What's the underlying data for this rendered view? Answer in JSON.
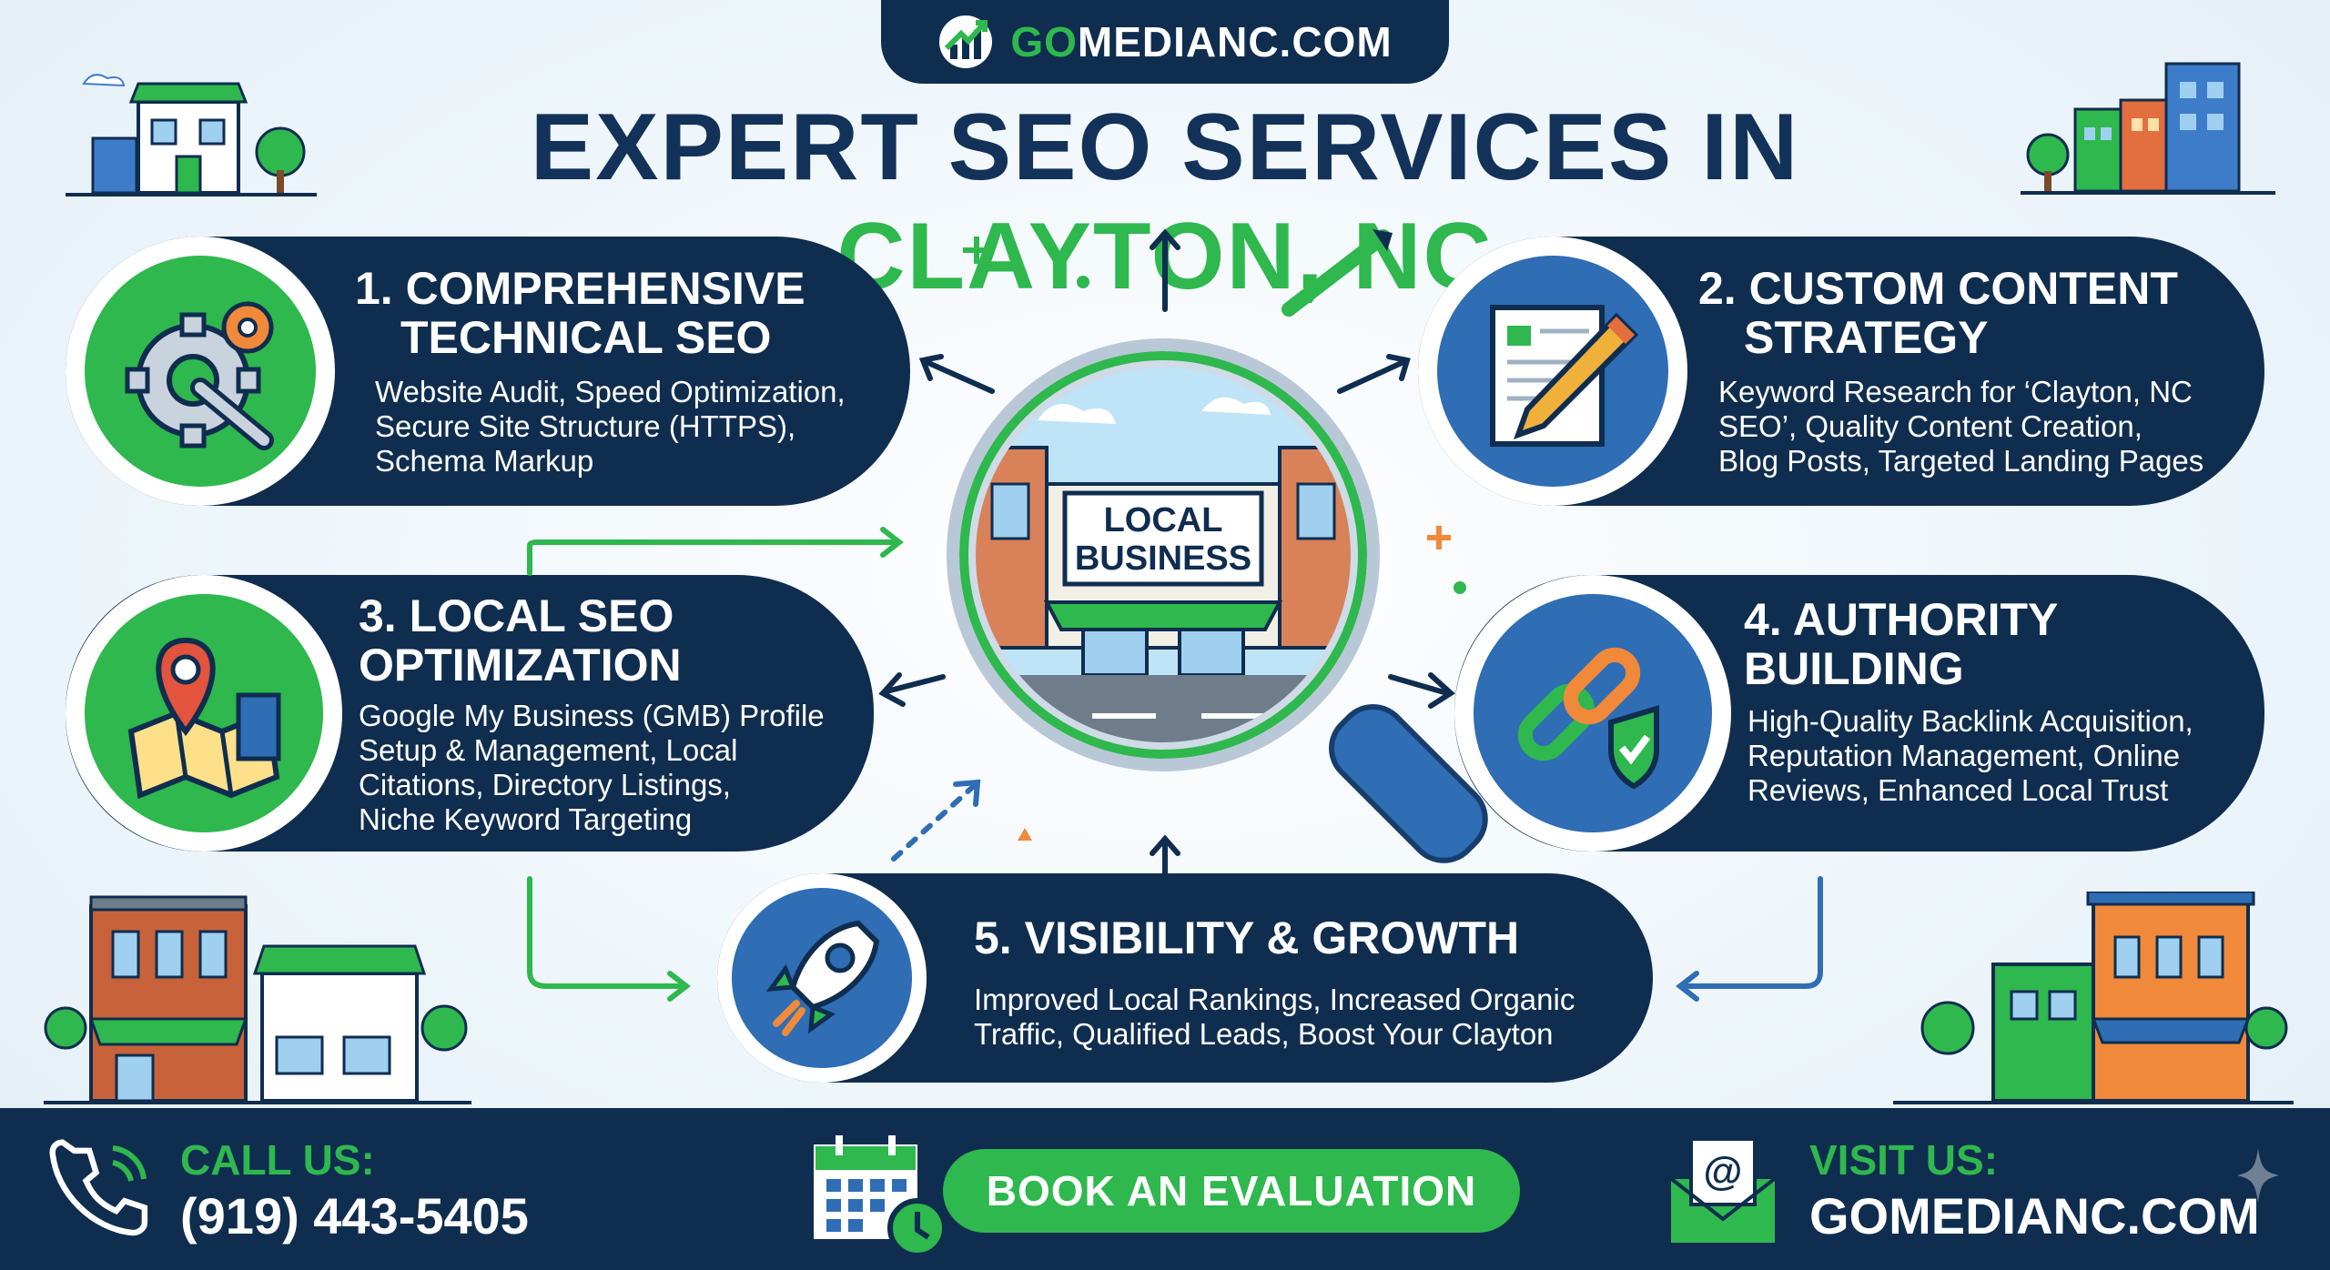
{
  "brand": {
    "prefix": "GO",
    "suffix": "MEDIANC.COM"
  },
  "title": {
    "main": "EXPERT SEO SERVICES IN ",
    "accent": "CLAYTON, NC"
  },
  "center_sign": {
    "line1": "LOCAL",
    "line2": "BUSINESS"
  },
  "services": [
    {
      "title_line1": "1. COMPREHENSIVE",
      "title_line2": "TECHNICAL SEO",
      "desc": [
        "Website Audit, Speed Optimization,",
        "Secure Site Structure (HTTPS),",
        "Schema Markup"
      ],
      "icon": "gear-wrench-icon"
    },
    {
      "title_line1": "2. CUSTOM CONTENT",
      "title_line2": "STRATEGY",
      "desc": [
        "Keyword Research for ‘Clayton, NC",
        "SEO’, Quality Content Creation,",
        "Blog Posts, Targeted Landing Pages"
      ],
      "icon": "document-pencil-icon"
    },
    {
      "title_line1": "3. LOCAL SEO",
      "title_line2": "OPTIMIZATION",
      "desc": [
        "Google My Business (GMB) Profile",
        "Setup & Management, Local",
        "Citations, Directory Listings,",
        "Niche Keyword Targeting"
      ],
      "icon": "map-pin-icon"
    },
    {
      "title_line1": "4. AUTHORITY",
      "title_line2": "BUILDING",
      "desc": [
        "High-Quality Backlink Acquisition,",
        "Reputation Management, Online",
        "Reviews, Enhanced Local Trust"
      ],
      "icon": "chain-link-shield-icon"
    },
    {
      "title_line1": "5. VISIBILITY & GROWTH",
      "desc": [
        "Improved Local Rankings, Increased Organic",
        "Traffic, Qualified Leads, Boost Your Clayton"
      ],
      "icon": "rocket-icon"
    }
  ],
  "footer": {
    "call_label": "CALL US:",
    "phone": "(919) 443-5405",
    "cta": "BOOK AN EVALUATION",
    "visit_label": "VISIT US:",
    "website": "GOMEDIANC.COM"
  },
  "colors": {
    "navy": "#0f2d4f",
    "green": "#2eb84e",
    "blue": "#2f6db5",
    "orange": "#f0893a"
  }
}
